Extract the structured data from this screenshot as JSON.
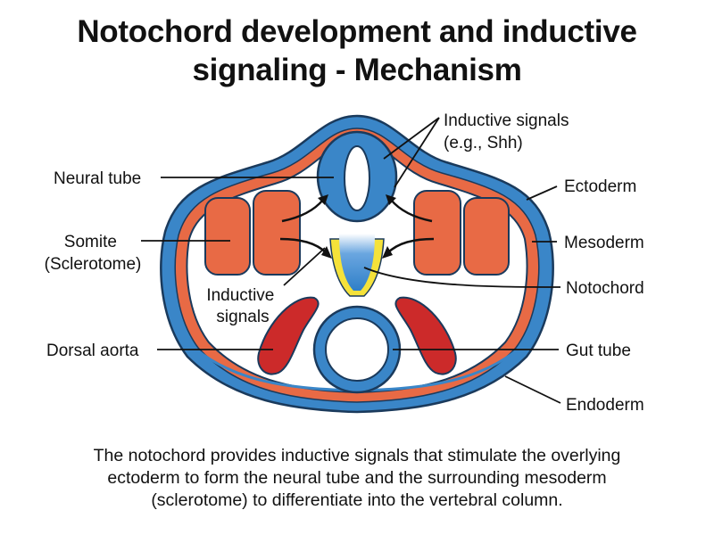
{
  "title": {
    "line1": "Notochord development and inductive",
    "line2": "signaling - Mechanism"
  },
  "labels": {
    "inductive_signals_top": [
      "Inductive signals",
      "(e.g., Shh)"
    ],
    "neural_tube": "Neural tube",
    "ectoderm": "Ectoderm",
    "somite": [
      "Somite",
      "(Sclerotome)"
    ],
    "mesoderm": "Mesoderm",
    "inductive_signals_mid": [
      "Inductive",
      "signals"
    ],
    "notochord": "Notochord",
    "dorsal_aorta": "Dorsal aorta",
    "gut_tube": "Gut tube",
    "endoderm": "Endoderm"
  },
  "caption": {
    "line1": "The notochord provides inductive signals that stimulate the overlying",
    "line2": "ectoderm to form the neural tube and the surrounding mesoderm",
    "line3": "(sclerotome) to differentiate into the vertebral column."
  },
  "colors": {
    "ectoderm_blue": "#3a86c8",
    "outline": "#1a3a5c",
    "mesoderm_orange": "#e86a45",
    "aorta_red": "#cc2a2a",
    "notochord_blue": "#2f7fc8",
    "signal_yellow": "#f5e23a"
  }
}
